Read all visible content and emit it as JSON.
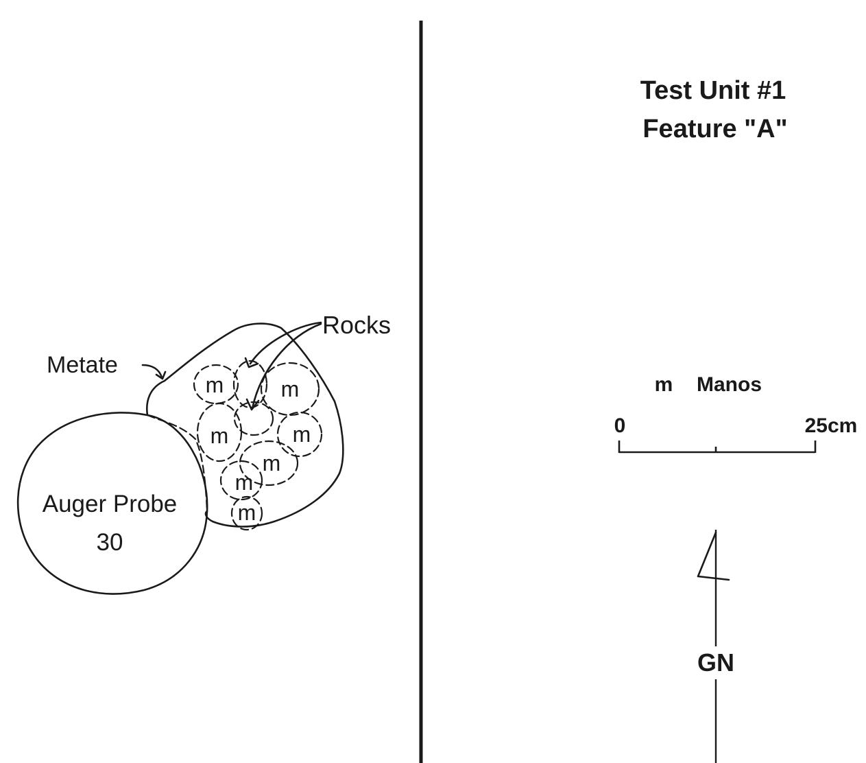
{
  "title": {
    "line1": "Test Unit #1",
    "line2": "Feature \"A\""
  },
  "labels": {
    "rocks": "Rocks",
    "metate": "Metate",
    "auger_probe_line1": "Auger Probe",
    "auger_probe_line2": "30",
    "mano_symbol": "m"
  },
  "legend": {
    "symbol": "m",
    "text": "Manos"
  },
  "scale_bar": {
    "start_label": "0",
    "end_label": "25cm"
  },
  "north_arrow": {
    "label": "GN"
  },
  "colors": {
    "ink": "#1a1a1a",
    "paper": "#ffffff"
  }
}
